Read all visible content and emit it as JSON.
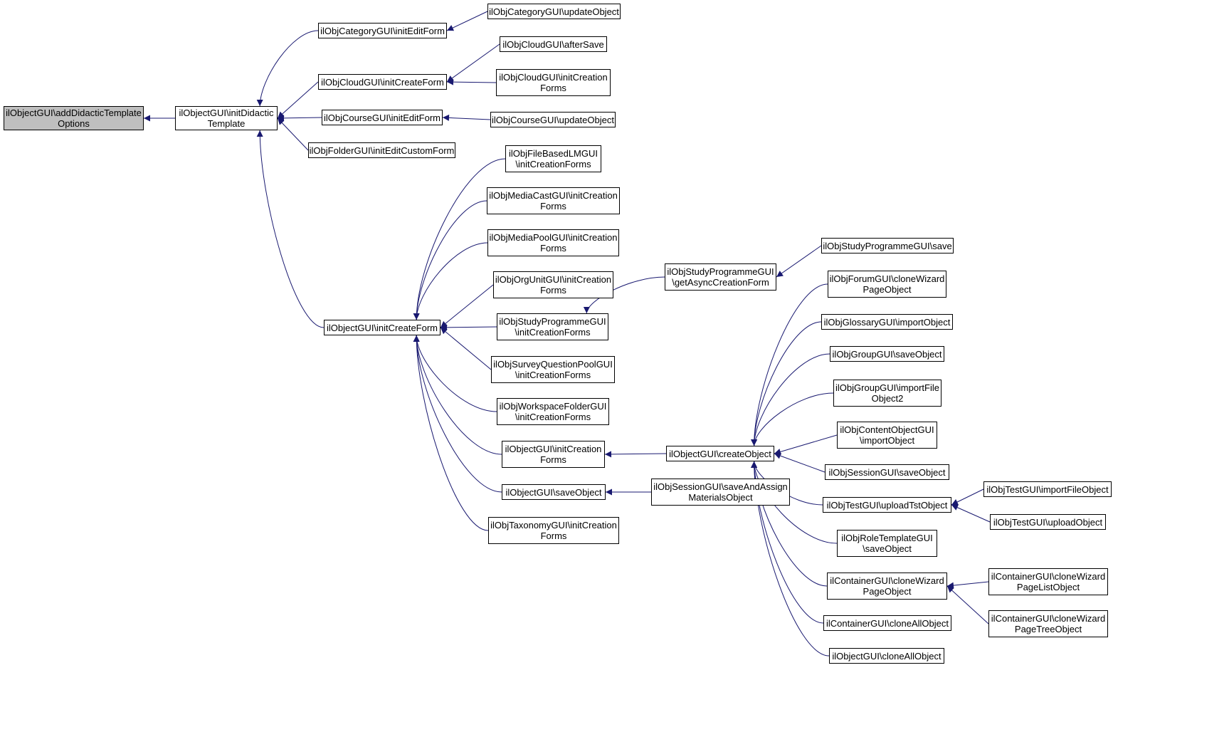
{
  "colors": {
    "edge": "#191970",
    "node_border": "#000000",
    "node_fill": "#ffffff",
    "root_fill": "#bfbfbf"
  },
  "nodes": {
    "n0": {
      "label": "ilObjectGUI\\addDidacticTemplate\nOptions",
      "root": true
    },
    "n1": {
      "label": "ilObjectGUI\\initDidactic\nTemplate"
    },
    "n2": {
      "label": "ilObjCategoryGUI\\initEditForm"
    },
    "n3": {
      "label": "ilObjCategoryGUI\\updateObject"
    },
    "n4": {
      "label": "ilObjCloudGUI\\initCreateForm"
    },
    "n5": {
      "label": "ilObjCloudGUI\\afterSave"
    },
    "n6": {
      "label": "ilObjCloudGUI\\initCreation\nForms"
    },
    "n7": {
      "label": "ilObjCourseGUI\\initEditForm"
    },
    "n8": {
      "label": "ilObjCourseGUI\\updateObject"
    },
    "n9": {
      "label": "ilObjFolderGUI\\initEditCustomForm"
    },
    "n10": {
      "label": "ilObjectGUI\\initCreateForm"
    },
    "n11": {
      "label": "ilObjFileBasedLMGUI\n\\initCreationForms"
    },
    "n12": {
      "label": "ilObjMediaCastGUI\\initCreation\nForms"
    },
    "n13": {
      "label": "ilObjMediaPoolGUI\\initCreation\nForms"
    },
    "n14": {
      "label": "ilObjOrgUnitGUI\\initCreation\nForms"
    },
    "n15": {
      "label": "ilObjStudyProgrammeGUI\n\\initCreationForms"
    },
    "n16": {
      "label": "ilObjSurveyQuestionPoolGUI\n\\initCreationForms"
    },
    "n17": {
      "label": "ilObjWorkspaceFolderGUI\n\\initCreationForms"
    },
    "n18": {
      "label": "ilObjectGUI\\initCreation\nForms"
    },
    "n19": {
      "label": "ilObjectGUI\\saveObject"
    },
    "n20": {
      "label": "ilObjTaxonomyGUI\\initCreation\nForms"
    },
    "n21": {
      "label": "ilObjStudyProgrammeGUI\n\\getAsyncCreationForm"
    },
    "n22": {
      "label": "ilObjStudyProgrammeGUI\\save"
    },
    "n23": {
      "label": "ilObjectGUI\\createObject"
    },
    "n24": {
      "label": "ilObjSessionGUI\\saveAndAssign\nMaterialsObject"
    },
    "n25": {
      "label": "ilObjForumGUI\\cloneWizard\nPageObject"
    },
    "n26": {
      "label": "ilObjGlossaryGUI\\importObject"
    },
    "n27": {
      "label": "ilObjGroupGUI\\saveObject"
    },
    "n28": {
      "label": "ilObjGroupGUI\\importFile\nObject2"
    },
    "n29": {
      "label": "ilObjContentObjectGUI\n\\importObject"
    },
    "n30": {
      "label": "ilObjSessionGUI\\saveObject"
    },
    "n31": {
      "label": "ilObjTestGUI\\uploadTstObject"
    },
    "n32": {
      "label": "ilObjRoleTemplateGUI\n\\saveObject"
    },
    "n33": {
      "label": "ilContainerGUI\\cloneWizard\nPageObject"
    },
    "n34": {
      "label": "ilContainerGUI\\cloneAllObject"
    },
    "n35": {
      "label": "ilObjectGUI\\cloneAllObject"
    },
    "n36": {
      "label": "ilObjTestGUI\\importFileObject"
    },
    "n37": {
      "label": "ilObjTestGUI\\uploadObject"
    },
    "n38": {
      "label": "ilContainerGUI\\cloneWizard\nPageListObject"
    },
    "n39": {
      "label": "ilContainerGUI\\cloneWizard\nPageTreeObject"
    }
  },
  "edges": [
    [
      "n1",
      "n0"
    ],
    [
      "n2",
      "n1"
    ],
    [
      "n4",
      "n1"
    ],
    [
      "n7",
      "n1"
    ],
    [
      "n9",
      "n1"
    ],
    [
      "n10",
      "n1"
    ],
    [
      "n3",
      "n2"
    ],
    [
      "n5",
      "n4"
    ],
    [
      "n6",
      "n4"
    ],
    [
      "n8",
      "n7"
    ],
    [
      "n11",
      "n10"
    ],
    [
      "n12",
      "n10"
    ],
    [
      "n13",
      "n10"
    ],
    [
      "n14",
      "n10"
    ],
    [
      "n15",
      "n10"
    ],
    [
      "n16",
      "n10"
    ],
    [
      "n17",
      "n10"
    ],
    [
      "n18",
      "n10"
    ],
    [
      "n19",
      "n10"
    ],
    [
      "n20",
      "n10"
    ],
    [
      "n21",
      "n15"
    ],
    [
      "n22",
      "n21"
    ],
    [
      "n23",
      "n18"
    ],
    [
      "n24",
      "n19"
    ],
    [
      "n25",
      "n23"
    ],
    [
      "n26",
      "n23"
    ],
    [
      "n27",
      "n23"
    ],
    [
      "n28",
      "n23"
    ],
    [
      "n29",
      "n23"
    ],
    [
      "n30",
      "n23"
    ],
    [
      "n31",
      "n23"
    ],
    [
      "n32",
      "n23"
    ],
    [
      "n33",
      "n23"
    ],
    [
      "n34",
      "n23"
    ],
    [
      "n35",
      "n23"
    ],
    [
      "n36",
      "n31"
    ],
    [
      "n37",
      "n31"
    ],
    [
      "n38",
      "n33"
    ],
    [
      "n39",
      "n33"
    ]
  ]
}
